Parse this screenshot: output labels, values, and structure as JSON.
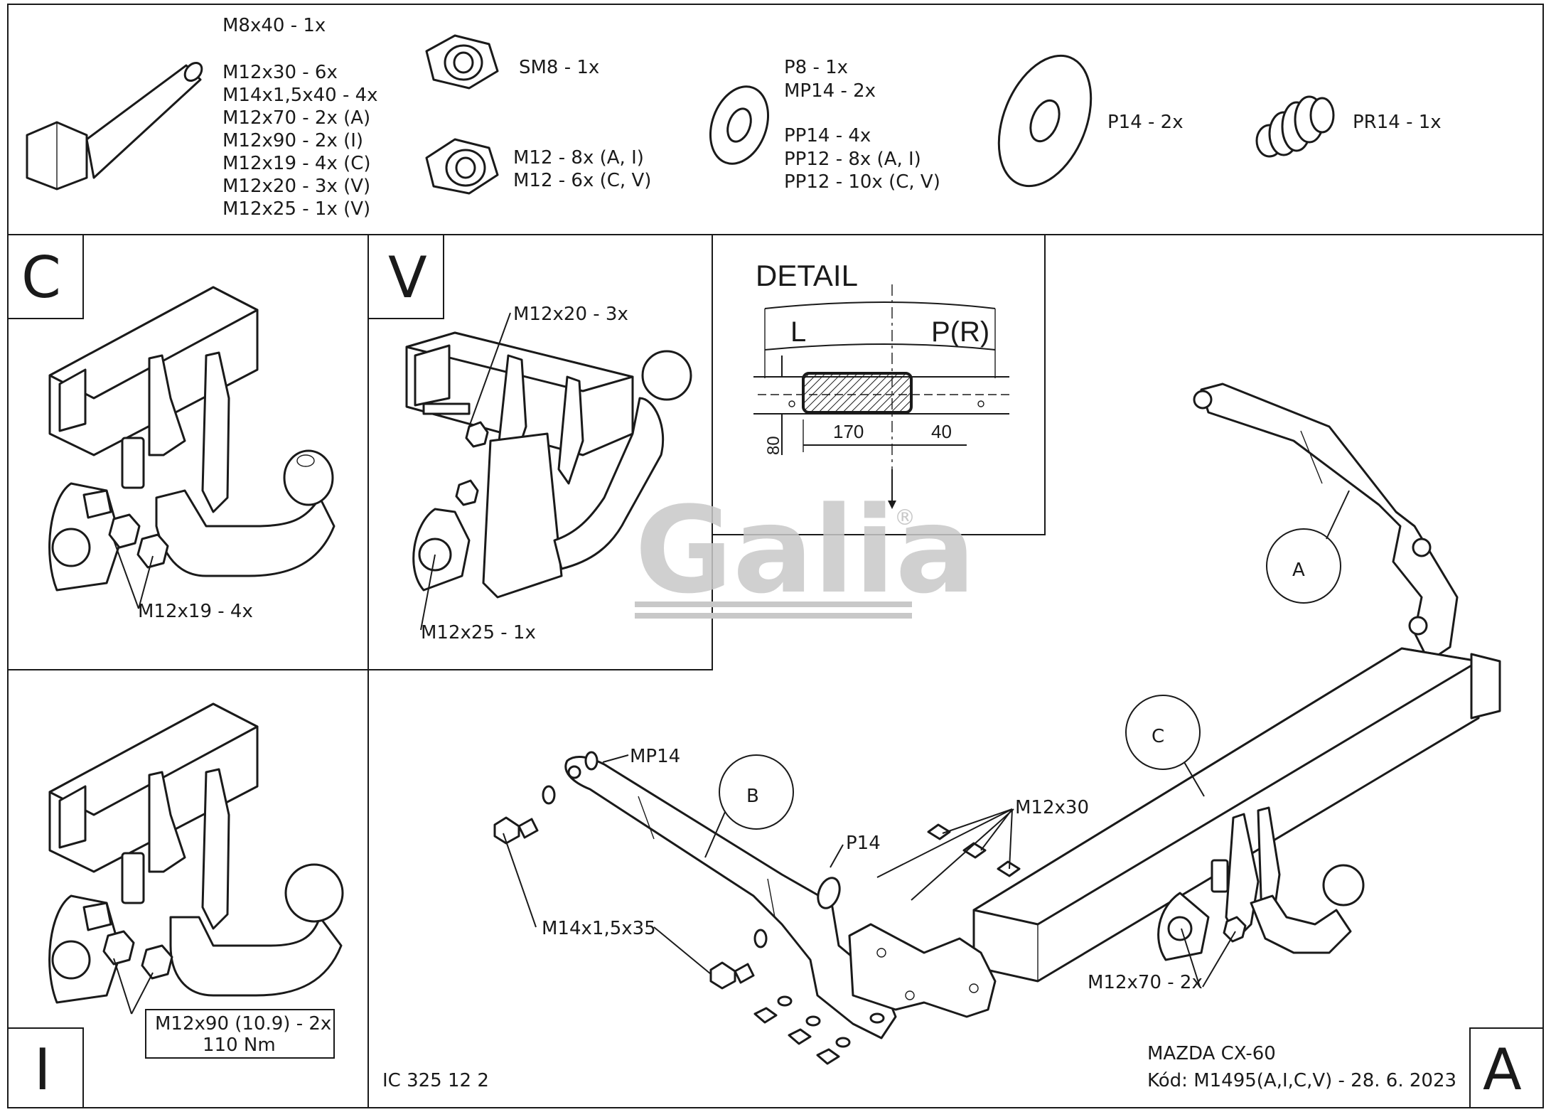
{
  "parts_list": {
    "bolts": [
      "M8x40 - 1x",
      "M12x30 - 6x",
      "M14x1,5x40 - 4x",
      "M12x70 - 2x (A)",
      "M12x90 - 2x (I)",
      "M12x19 - 4x (C)",
      "M12x20 - 3x (V)",
      "M12x25 - 1x (V)"
    ],
    "self_lock_nut": "SM8 - 1x",
    "nuts": [
      "M12 - 8x (A, I)",
      "M12 - 6x (C, V)"
    ],
    "washers_a": [
      "P8 - 1x",
      "MP14 - 2x"
    ],
    "washers_b": [
      "PP14 - 4x",
      "PP12 - 8x (A, I)",
      "PP12 - 10x (C, V)"
    ],
    "big_washer": "P14 - 2x",
    "spring": "PR14 - 1x"
  },
  "panels": {
    "c": {
      "letter": "C",
      "callout": "M12x19 - 4x"
    },
    "v": {
      "letter": "V",
      "callout_top": "M12x20 - 3x",
      "callout_bottom": "M12x25 - 1x"
    },
    "i": {
      "letter": "I",
      "callout_line1": "M12x90 (10.9) - 2x",
      "callout_line2": "110 Nm"
    }
  },
  "detail": {
    "title": "DETAIL",
    "left": "L",
    "right": "P(R)",
    "dim_height": "80",
    "dim_width": "170",
    "dim_offset": "40"
  },
  "main": {
    "bubbles": {
      "a": "A",
      "b": "B",
      "c": "C"
    },
    "callouts": {
      "mp14": "MP14",
      "p14": "P14",
      "m12x30": "M12x30",
      "m14": "M14x1,5x35",
      "m12x70": "M12x70 - 2x"
    },
    "corner_letter": "A"
  },
  "footer": {
    "code_left": "IC 325 12 2",
    "model": "MAZDA CX-60",
    "code_right": "Kód: M1495(A,I,C,V) - 28. 6. 2023"
  },
  "watermark": {
    "text": "Galia",
    "mark": "®"
  },
  "colors": {
    "ink": "#1a1a1a",
    "watermark": "#c8c8c8"
  }
}
